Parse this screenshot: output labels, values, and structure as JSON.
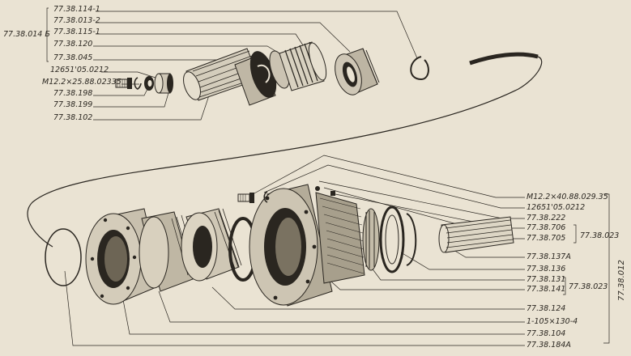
{
  "top_assembly": {
    "group_label": "77.38.014 Б",
    "labels": [
      "77.38.114-1",
      "77.38.013-2",
      "77.38.115-1",
      "77.38.120",
      "77.38.045",
      "12651'05.0212",
      "M12.2×25.88.02335",
      "77.38.198",
      "77.38.199",
      "77.38.102"
    ]
  },
  "bottom_assembly": {
    "right_labels": [
      "M12.2×40.88.029.35",
      "12651'05.0212",
      "77.38.222",
      "77.38.706",
      "77.38.705",
      "77.38.137А",
      "77.38.136",
      "77.38.131",
      "77.38.141",
      "77.38.124",
      "1-105×130-4",
      "77.38.104",
      "77.38.184А"
    ],
    "bracket_a": "77.38.023",
    "bracket_b": "77.38.023",
    "vertical_label": "77.38.012"
  }
}
